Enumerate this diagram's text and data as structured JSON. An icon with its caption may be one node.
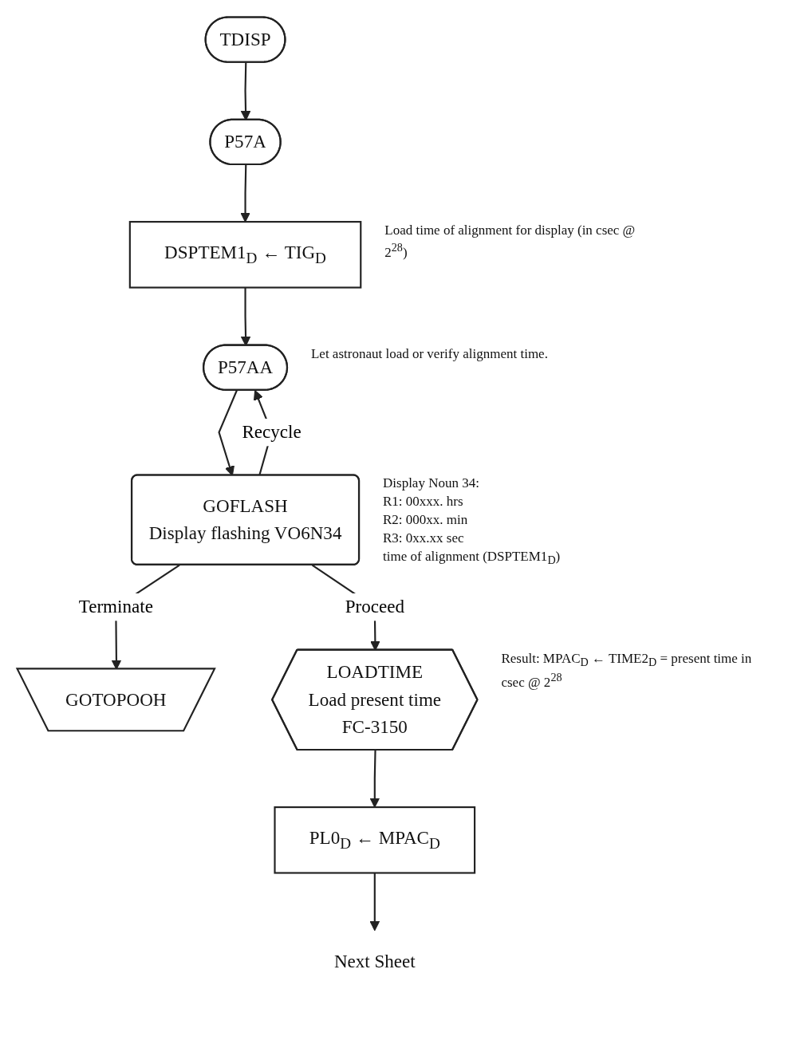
{
  "diagram": {
    "nodes": [
      {
        "text": [
          "TDISP"
        ]
      },
      {
        "text": [
          "P57A"
        ]
      },
      {
        "text": [
          "DSPTEM1$_{D}$ ← TIG$_{D}$"
        ],
        "beside": [
          "Load time of alignment for display (in csec @ 2$^{28}$)"
        ]
      },
      {
        "text": [
          "P57AA"
        ],
        "beside": [
          "Let astronaut load or verify alignment time."
        ]
      },
      {
        "text": [
          "GOFLASH",
          "Display flashing VO6N34"
        ],
        "beside": [
          "Display Noun 34:",
          "R1: 00xxx. hrs",
          "R2: 000xx. min",
          "R3: 0xx.xx sec",
          "time of alignment (DSPTEM1$_{D}$)"
        ]
      },
      {
        "text": [
          "GOTOPOOH"
        ]
      },
      {
        "text": [
          "LOADTIME",
          "Load present time",
          "FC-3150"
        ],
        "beside": [
          "Result: MPAC$_{D}$ ← TIME2$_{D}$ = present time in csec @ 2$^{28}$"
        ]
      },
      {
        "text": [
          "PL0$_{D}$ ← MPAC$_{D}$"
        ]
      },
      {
        "text": [
          "Next Sheet"
        ]
      }
    ],
    "edges": [
      {
        "from": 0,
        "to": 1,
        "arrow": "to"
      },
      {
        "from": 1,
        "to": 2,
        "arrow": "to"
      },
      {
        "from": 2,
        "to": 3,
        "arrow": "to"
      },
      {
        "from": 3,
        "to": 4,
        "arrow": "to"
      },
      {
        "from": 4,
        "to": 3,
        "arrow": "to",
        "label": "Recycle"
      },
      {
        "from": 4,
        "to": 5,
        "arrow": "to",
        "label": "Terminate"
      },
      {
        "from": 4,
        "to": 6,
        "arrow": "to",
        "label": "Proceed"
      },
      {
        "from": 6,
        "to": 7,
        "arrow": "to"
      },
      {
        "from": 7,
        "to": 8,
        "arrow": "to"
      }
    ]
  }
}
